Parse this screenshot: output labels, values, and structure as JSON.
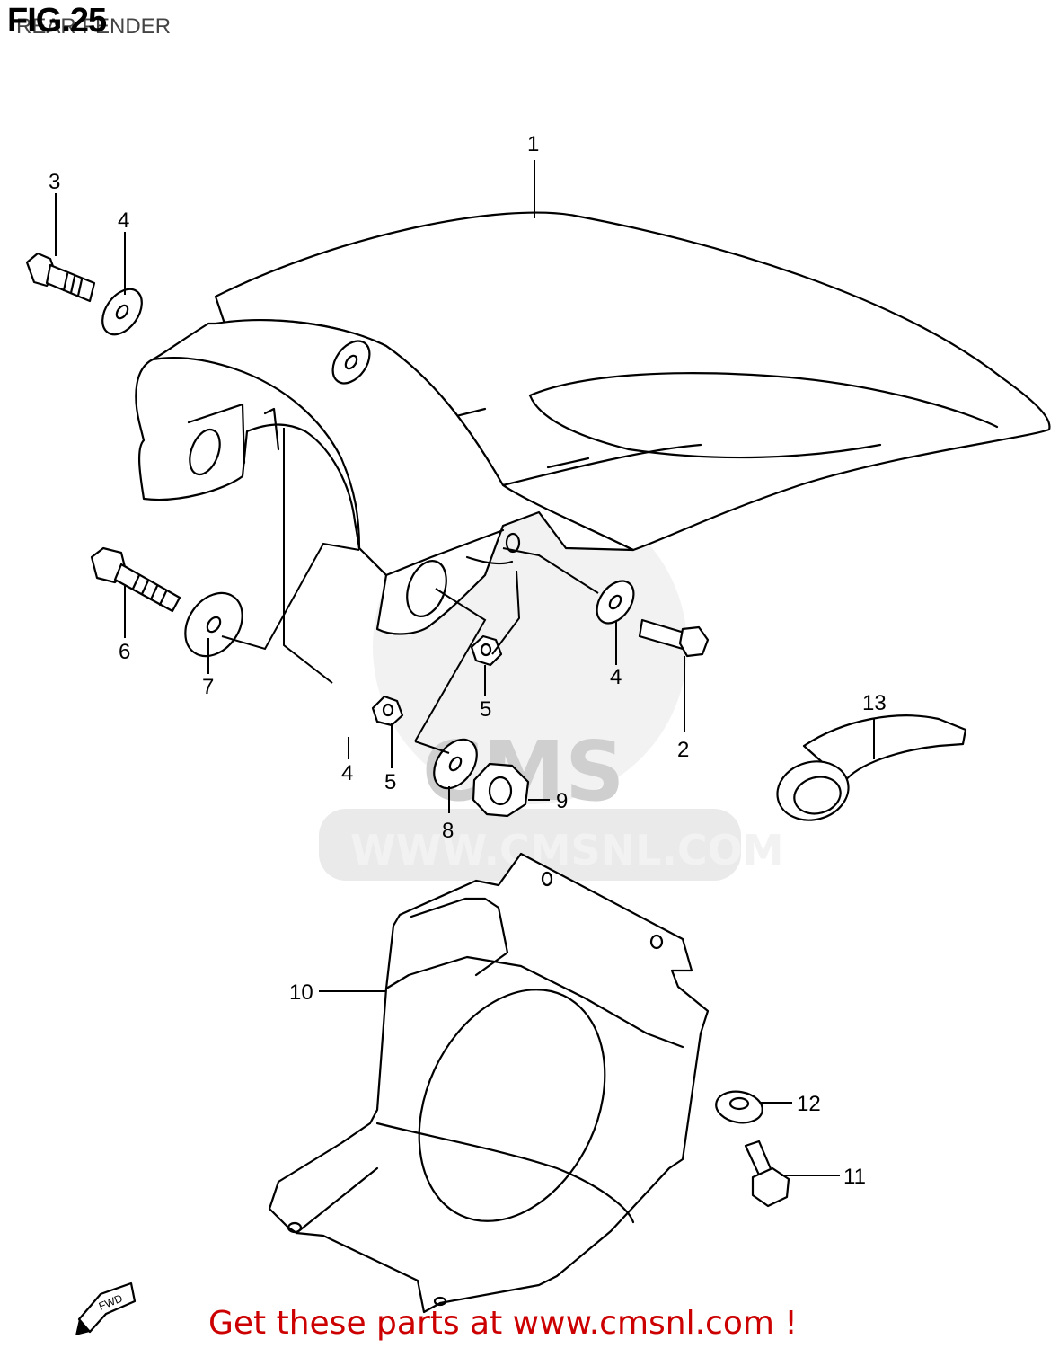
{
  "figure": {
    "title": "FIG.25",
    "subtitle": "REAR FENDER"
  },
  "watermark": {
    "brand": "CMS",
    "url": "WWW.CMSNL.COM"
  },
  "fwd_badge": "FWD",
  "footer": {
    "link_text": "Get these parts at www.cmsnl.com !",
    "color": "#cc0000"
  },
  "callouts": {
    "c1": "1",
    "c2": "2",
    "c3": "3",
    "c4a": "4",
    "c4b": "4",
    "c4c": "4",
    "c5a": "5",
    "c5b": "5",
    "c6": "6",
    "c7": "7",
    "c8": "8",
    "c9": "9",
    "c10": "10",
    "c11": "11",
    "c12": "12",
    "c13": "13"
  }
}
